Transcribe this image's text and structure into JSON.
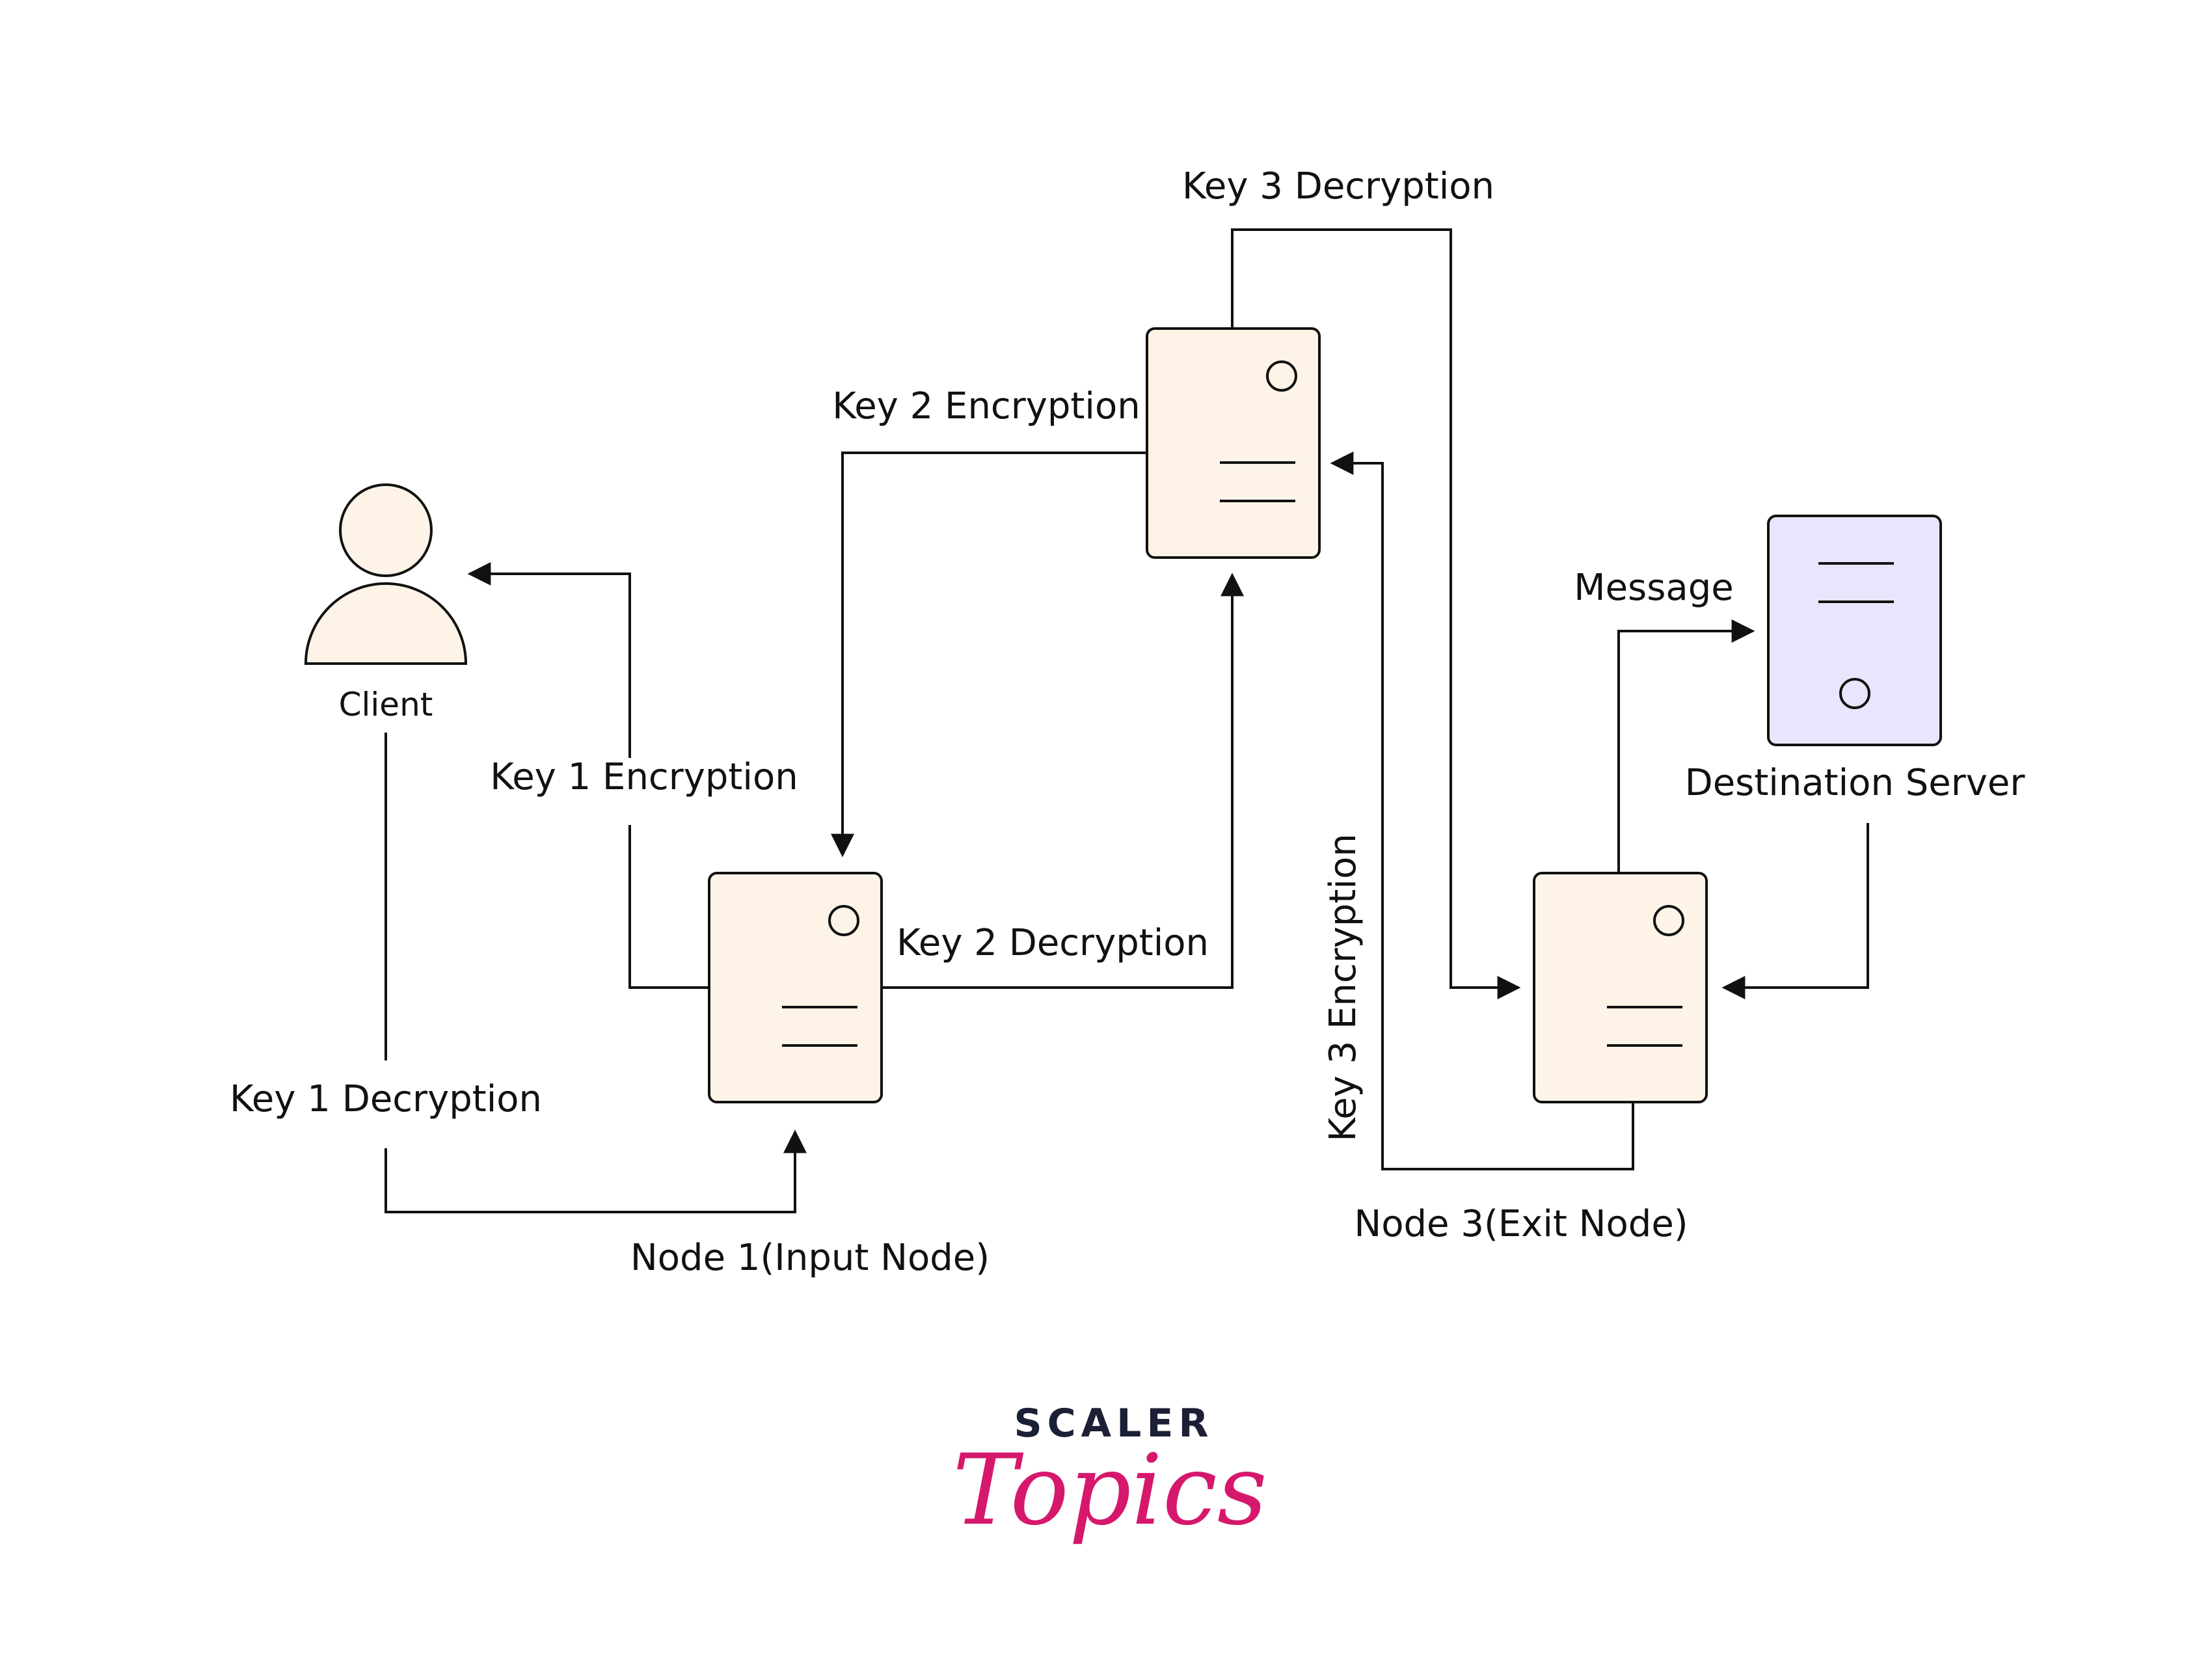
{
  "colors": {
    "node_fill": "#fdf4e7",
    "server_fill": "#e8e6fd",
    "stroke": "#111111",
    "brand_dark": "#1b2035",
    "brand_pink": "#d6186c"
  },
  "labels": {
    "client": "Client",
    "node1": "Node 1(Input Node)",
    "node3": "Node 3(Exit Node)",
    "destination": "Destination Server",
    "key1_encryption": "Key 1 Encryption",
    "key1_decryption": "Key 1 Decryption",
    "key2_encryption": "Key 2 Encryption",
    "key2_decryption": "Key 2 Decryption",
    "key3_encryption": "Key 3 Encryption",
    "key3_decryption": "Key 3 Decryption",
    "message": "Message"
  },
  "logo": {
    "line1": "SCALER",
    "line2": "Topics"
  }
}
